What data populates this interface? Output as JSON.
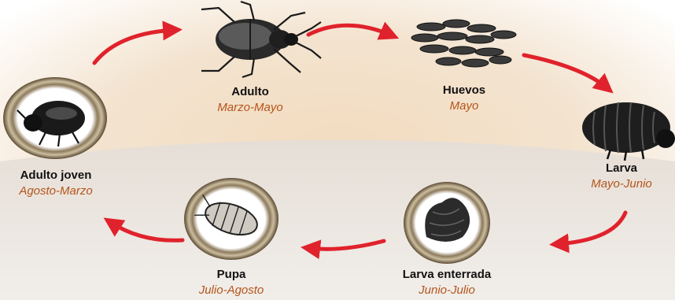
{
  "colors": {
    "arrow": "#e0222c",
    "period_text": "#b5541a",
    "bg_top": "#ffffff",
    "bg_mid": "#ecd3b4",
    "bg_low": "#e8e3dd"
  },
  "stages": [
    {
      "id": "adulto",
      "name": "Adulto",
      "period": "Marzo-Mayo",
      "icon": "beetle-icon"
    },
    {
      "id": "huevos",
      "name": "Huevos",
      "period": "Mayo",
      "icon": "eggs-icon"
    },
    {
      "id": "larva",
      "name": "Larva",
      "period": "Mayo-Junio",
      "icon": "larva-icon"
    },
    {
      "id": "larva_enterrada",
      "name": "Larva enterrada",
      "period": "Junio-Julio",
      "icon": "buried-larva-icon"
    },
    {
      "id": "pupa",
      "name": "Pupa",
      "period": "Julio-Agosto",
      "icon": "pupa-icon"
    },
    {
      "id": "adulto_joven",
      "name": "Adulto joven",
      "period": "Agosto-Marzo",
      "icon": "young-beetle-icon"
    }
  ]
}
